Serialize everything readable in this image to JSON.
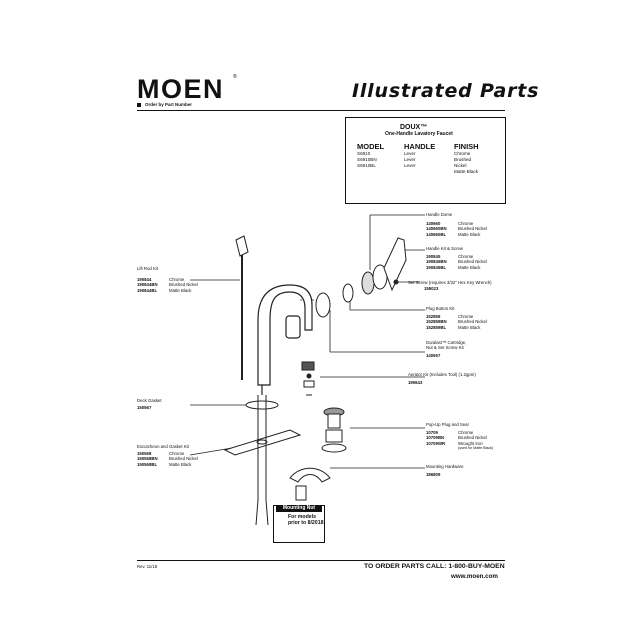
{
  "header": {
    "brand": "MOEN",
    "brand_mark": "®",
    "order_note": "Order by Part Number",
    "title": "Illustrated Parts"
  },
  "product": {
    "name": "DOUX™",
    "description": "One-Handle Lavatory Faucet",
    "columns": [
      "MODEL",
      "HANDLE",
      "FINISH"
    ],
    "rows": [
      {
        "model": "S6910",
        "handle": "Lever",
        "finish": "Chrome"
      },
      {
        "model": "S6910BN",
        "handle": "Lever",
        "finish": "Brushed Nickel"
      },
      {
        "model": "S6910BL",
        "handle": "Lever",
        "finish": "Matte Black"
      }
    ]
  },
  "parts": {
    "handle_dome": {
      "title": "Handle Dome",
      "items": [
        {
          "pn": "140660",
          "finish": "Chrome"
        },
        {
          "pn": "140660BN",
          "finish": "Brushed Nickel"
        },
        {
          "pn": "140660BL",
          "finish": "Matte Black"
        }
      ]
    },
    "handle_kit": {
      "title": "Handle Kit & Screw",
      "items": [
        {
          "pn": "190845",
          "finish": "Chrome"
        },
        {
          "pn": "190845BN",
          "finish": "Brushed Nickel"
        },
        {
          "pn": "190845BL",
          "finish": "Matte Black"
        }
      ]
    },
    "set_screw": {
      "title": "Set Screw (requires 3/32\" Hex Key Wrench)",
      "pn": "155023"
    },
    "plug_button": {
      "title": "Plug Button Kit",
      "items": [
        {
          "pn": "152859",
          "finish": "Chrome"
        },
        {
          "pn": "152859BN",
          "finish": "Brushed Nickel"
        },
        {
          "pn": "152859BL",
          "finish": "Matte Black"
        }
      ]
    },
    "cartridge": {
      "title1": "Duralast™ Cartridge,",
      "title2": "Nut & Set Screw Kit",
      "pn": "140657"
    },
    "aerator": {
      "title": "Aerator Kit (Includes Tool) (1.2gpm)",
      "pn": "190643"
    },
    "lift_rod": {
      "title": "Lift Rod Kit",
      "items": [
        {
          "pn": "190844",
          "finish": "Chrome"
        },
        {
          "pn": "190844BN",
          "finish": "Brushed Nickel"
        },
        {
          "pn": "190844BL",
          "finish": "Matte Black"
        }
      ]
    },
    "deck_gasket": {
      "title": "Deck Gasket",
      "pn": "150567"
    },
    "escutcheon": {
      "title": "Escutcheon and Gasket Kit",
      "items": [
        {
          "pn": "150568",
          "finish": "Chrome"
        },
        {
          "pn": "150568BN",
          "finish": "Brushed Nickel"
        },
        {
          "pn": "150568BL",
          "finish": "Matte Black"
        }
      ]
    },
    "popup": {
      "title": "Pop-Up Plug and Seal",
      "items": [
        {
          "pn": "10709",
          "finish": "Chrome"
        },
        {
          "pn": "10709BN",
          "finish": "Brushed Nickel"
        },
        {
          "pn": "10709WR",
          "finish": "Wrought Iron"
        }
      ],
      "note": "(used for Matte Black)"
    },
    "mounting": {
      "title": "Mounting Hardware",
      "pn": "186809"
    }
  },
  "mounting_nut": {
    "title": "Mounting Nut",
    "note": "For models prior to 8/2018"
  },
  "footer": {
    "rev": "Rev. 11/18",
    "call": "TO ORDER PARTS CALL:  1-800-BUY-MOEN",
    "web": "www.moen.com"
  }
}
